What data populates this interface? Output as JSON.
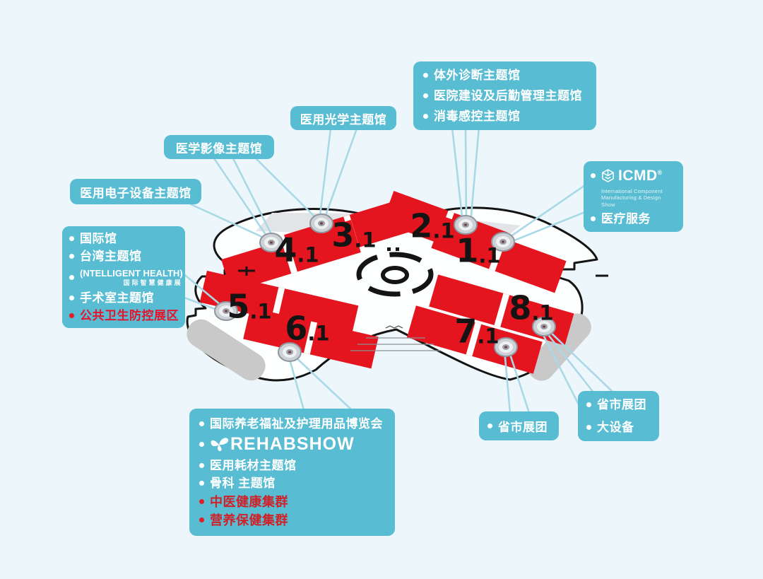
{
  "title": "Exhibition hall floor-plan infographic",
  "colors": {
    "background": "#edf7fb",
    "callout_box": "#58bcd2",
    "hall_red": "#e4151e",
    "alert_red_text": "#e8132b",
    "dark_red_text": "#cf2127",
    "leader_line": "#a9d9e6",
    "outline_black": "#141414",
    "canopy_gray": "#c9c9c9"
  },
  "icons": {
    "pin": "location-pin-icon",
    "bullet": "bullet-dot-icon",
    "cube": "cube-icon",
    "butterfly": "butterfly-icon"
  },
  "map": {
    "halls": [
      {
        "major": "1",
        "minor": ".1"
      },
      {
        "major": "2",
        "minor": ".1"
      },
      {
        "major": "3",
        "minor": ".1"
      },
      {
        "major": "4",
        "minor": ".1"
      },
      {
        "major": "5",
        "minor": ".1"
      },
      {
        "major": "6",
        "minor": ".1"
      },
      {
        "major": "7",
        "minor": ".1"
      },
      {
        "major": "8",
        "minor": ".1"
      }
    ]
  },
  "callouts": {
    "diagnostics_box": {
      "items": [
        "体外诊断主题馆",
        "医院建设及后勤管理主题馆",
        "消毒感控主题馆"
      ]
    },
    "optics_box": {
      "label": "医用光学主题馆"
    },
    "imaging_box": {
      "label": "医学影像主题馆"
    },
    "electronics_box": {
      "label": "医用电子设备主题馆"
    },
    "international_box": {
      "items_top": [
        "国际馆",
        "台湾主题馆"
      ],
      "logo_title": "NTELLIGENT HEALTH",
      "logo_subtitle": "国际智慧健康展",
      "item_mid": "手术室主题馆",
      "item_red": "公共卫生防控展区"
    },
    "icmd_box": {
      "logo": "ICMD",
      "logo_reg": "®",
      "logo_subtitle_1": "International Component",
      "logo_subtitle_2": "Manufacturing & Design Show",
      "item": "医疗服务"
    },
    "rehab_box": {
      "item_top": "国际养老福祉及护理用品博览会",
      "logo": "REHABSHOW",
      "items": [
        "医用耗材主题馆",
        "骨科 主题馆"
      ],
      "items_red": [
        "中医健康集群",
        "营养保健集群"
      ]
    },
    "province_box_small": {
      "items": [
        "省市展团"
      ]
    },
    "province_box_large": {
      "items": [
        "省市展团",
        "大设备"
      ]
    }
  }
}
